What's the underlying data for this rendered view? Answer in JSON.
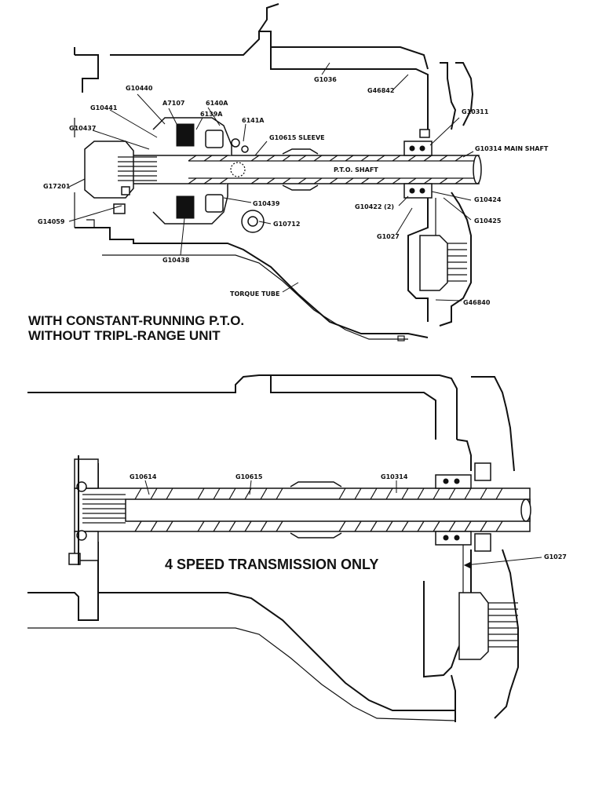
{
  "top_view": {
    "caption_line1": "WITH CONSTANT-RUNNING P.T.O.",
    "caption_line2": "WITHOUT TRIPL-RANGE UNIT",
    "labels": {
      "g10440": "G10440",
      "a7107": "A7107",
      "g6140a": "6140A",
      "g6139a": "6139A",
      "g10441": "G10441",
      "g6141a": "6141A",
      "g10437": "G10437",
      "g10615_sleeve": "G10615 SLEEVE",
      "g10036": "G1036",
      "g46842": "G46842",
      "g10311": "G10311",
      "g10314_main": "G10314 MAIN SHAFT",
      "pto_shaft": "P.T.O. SHAFT",
      "g17201": "G17201",
      "g14059": "G14059",
      "g10439": "G10439",
      "g10712": "G10712",
      "g10438": "G10438",
      "g10422": "G10422 (2)",
      "g10424": "G10424",
      "g10425": "G10425",
      "g1027": "G1027",
      "torque_tube": "TORQUE TUBE",
      "g46840": "G46840"
    }
  },
  "bottom_view": {
    "caption": "4 SPEED TRANSMISSION ONLY",
    "labels": {
      "g10614": "G10614",
      "g10615": "G10615",
      "g10314": "G10314",
      "g1027": "G1027"
    }
  }
}
